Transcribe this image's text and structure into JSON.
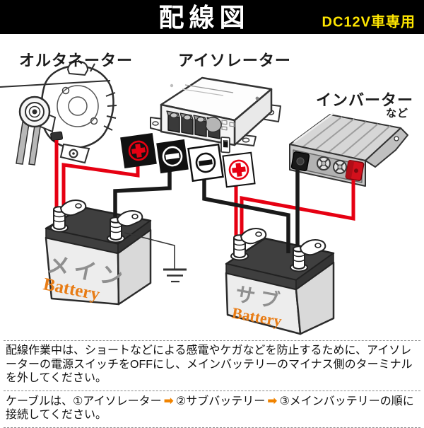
{
  "header": {
    "title": "配線図",
    "badge": "DC12V車専用"
  },
  "devices": {
    "alternator_label": "オルタネーター",
    "isolator_label": "アイソレーター",
    "inverter_label": "インバーター",
    "inverter_note": "など"
  },
  "batteries": {
    "main": {
      "name": "メイン",
      "brand": "Battery"
    },
    "sub": {
      "name": "サブ",
      "brand": "Battery"
    }
  },
  "terminal_markers": [
    {
      "id": "main-positive",
      "symbol": "+",
      "panel": "black",
      "glyph_color": "#e60012"
    },
    {
      "id": "main-negative",
      "symbol": "-",
      "panel": "black",
      "glyph_color": "#ffffff"
    },
    {
      "id": "sub-negative",
      "symbol": "-",
      "panel": "white",
      "glyph_color": "#111111"
    },
    {
      "id": "sub-positive",
      "symbol": "+",
      "panel": "white",
      "glyph_color": "#e60012"
    }
  ],
  "colors": {
    "positive_wire": "#e60012",
    "negative_wire": "#1a1a1a",
    "brand_orange": "#e87c15",
    "arrow_orange": "#f08300",
    "badge_yellow": "#ffe600"
  },
  "notes": {
    "caution": "配線作業中は、ショートなどによる感電やケガなどを防止するために、アイソレーターの電源スイッチをOFFにし、メインバッテリーのマイナス側のターミナルを外してください。",
    "order": {
      "s0": "ケーブルは、①アイソレーター",
      "a1": "➡",
      "s1": "②サブバッテリー",
      "a2": "➡",
      "s2": "③メインバッテリーの順に接続してください。"
    }
  }
}
